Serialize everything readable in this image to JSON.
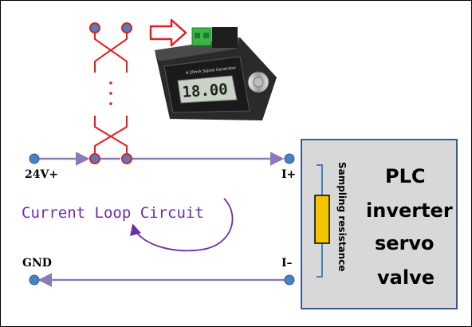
{
  "labels": {
    "v24": "24V+",
    "gnd": "GND",
    "iplus": "I+",
    "iminus": "I–",
    "loop": "Current Loop Circuit",
    "sampling": "Sampling resistance",
    "plc": "PLC",
    "inverter": "inverter",
    "servo": "servo",
    "valve": "valve"
  },
  "device": {
    "display_value": "18.00",
    "panel_text": "4-20mA Signal Generator"
  },
  "colors": {
    "wire": "#8a7ab8",
    "node": "#4a7fc4",
    "cross": "#e02020",
    "arrow_outline": "#e02020",
    "box_fill": "#d8d8d8",
    "box_border": "#3b5a90",
    "resistor": "#f5c400",
    "loop_text": "#6b2fa0"
  }
}
